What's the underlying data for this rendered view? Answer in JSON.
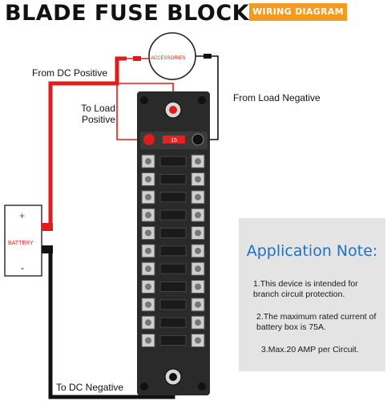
{
  "title": "BLADE FUSE BLOCK",
  "badge": "WIRING DIAGRAM",
  "accessories_label": "ACCESSORIES",
  "labels": {
    "from_dc_positive": "From DC Positive",
    "to_load_positive": "To Load\nPositive",
    "from_load_negative": "From Load Negative",
    "to_dc_negative": "To DC Negative"
  },
  "battery": {
    "label": "BATTERY",
    "plus": "+",
    "minus": "-"
  },
  "fuse_block": {
    "fuse_count": 12,
    "fuse_rating": "15"
  },
  "note": {
    "title": "Application Note:",
    "items": [
      "1.This device is intended for branch circuit protection.",
      "2.The maximum rated current of battery box is 75A.",
      "3.Max.20 AMP per Circuit."
    ]
  },
  "colors": {
    "positive_wire": "#e01b1b",
    "negative_wire": "#111111",
    "badge": "#f39a1f",
    "note_title": "#1d73c6",
    "note_bg": "#e4e4e4",
    "block": "#2a2a2a",
    "fuse": "#e32222"
  }
}
